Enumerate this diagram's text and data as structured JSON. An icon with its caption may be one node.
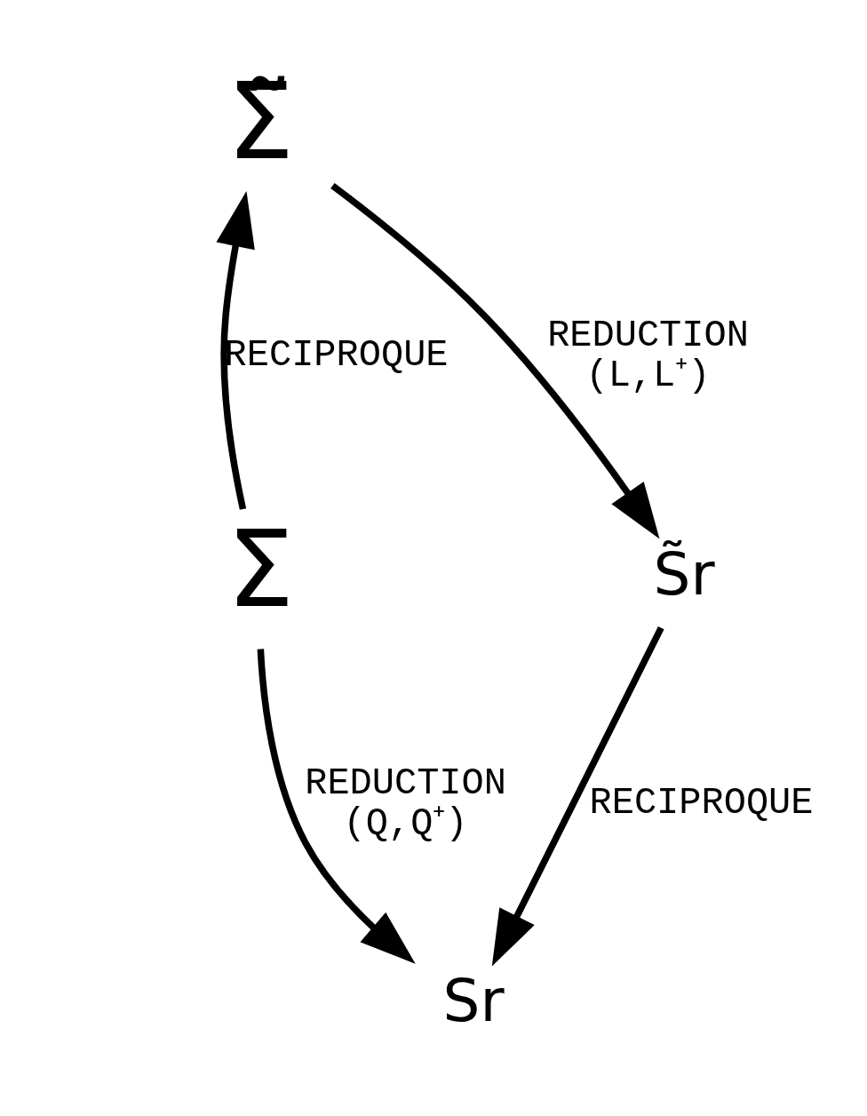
{
  "diagram": {
    "nodes": [
      {
        "text": [
          "Σ̃"
        ]
      },
      {
        "text": [
          "Σ"
        ]
      },
      {
        "text": [
          "S̃r"
        ]
      },
      {
        "text": [
          "Sr"
        ]
      }
    ],
    "edges": [
      {
        "from": 1,
        "to": 0,
        "arrow": "to",
        "label": "RECIPROQUE"
      },
      {
        "from": 0,
        "to": 2,
        "arrow": "to",
        "label": "REDUCTION (L,L⁺)"
      },
      {
        "from": 1,
        "to": 3,
        "arrow": "to",
        "label": "REDUCTION (Q,Q⁺)"
      },
      {
        "from": 2,
        "to": 3,
        "arrow": "to",
        "label": "RECIPROQUE"
      }
    ]
  }
}
